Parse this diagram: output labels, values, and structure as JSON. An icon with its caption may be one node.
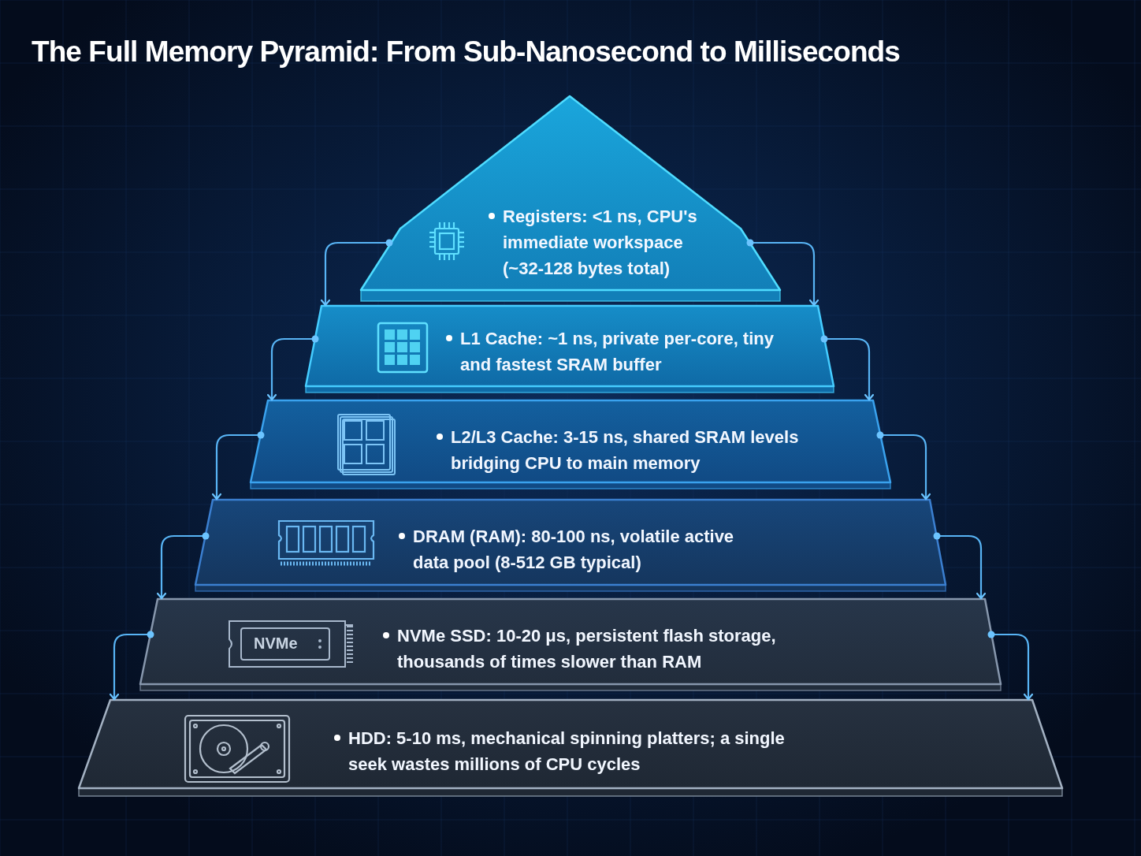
{
  "diagram": {
    "title": "The Full Memory Pyramid: From Sub-Nanosecond to Milliseconds",
    "nodes": [
      {
        "text": [
          "Registers: <1 ns, CPU's immediate workspace (~32-128 bytes total)"
        ]
      },
      {
        "text": [
          "L1 Cache: ~1 ns, private per-core, tiny and fastest SRAM buffer"
        ]
      },
      {
        "text": [
          "L2/L3 Cache: 3-15 ns, shared SRAM levels bridging CPU to main memory"
        ]
      },
      {
        "text": [
          "DRAM (RAM): 80-100 ns, volatile active data pool (8-512 GB typical)"
        ]
      },
      {
        "text": [
          "NVMe",
          "NVMe SSD: 10-20 μs, persistent flash storage, thousands of times slower than RAM"
        ]
      },
      {
        "text": [
          "HDD: 5-10 ms, mechanical spinning platters; a single seek wastes millions of CPU cycles"
        ]
      }
    ],
    "edges": [
      {
        "from": 0,
        "to": 1,
        "arrow": "to"
      },
      {
        "from": 1,
        "to": 2,
        "arrow": "to"
      },
      {
        "from": 2,
        "to": 3,
        "arrow": "to"
      },
      {
        "from": 3,
        "to": 4,
        "arrow": "to"
      },
      {
        "from": 4,
        "to": 5,
        "arrow": "to"
      },
      {
        "from": 0,
        "to": 1,
        "arrow": "to"
      },
      {
        "from": 1,
        "to": 2,
        "arrow": "to"
      },
      {
        "from": 2,
        "to": 3,
        "arrow": "to"
      },
      {
        "from": 3,
        "to": 4,
        "arrow": "to"
      },
      {
        "from": 4,
        "to": 5,
        "arrow": "to"
      }
    ]
  }
}
